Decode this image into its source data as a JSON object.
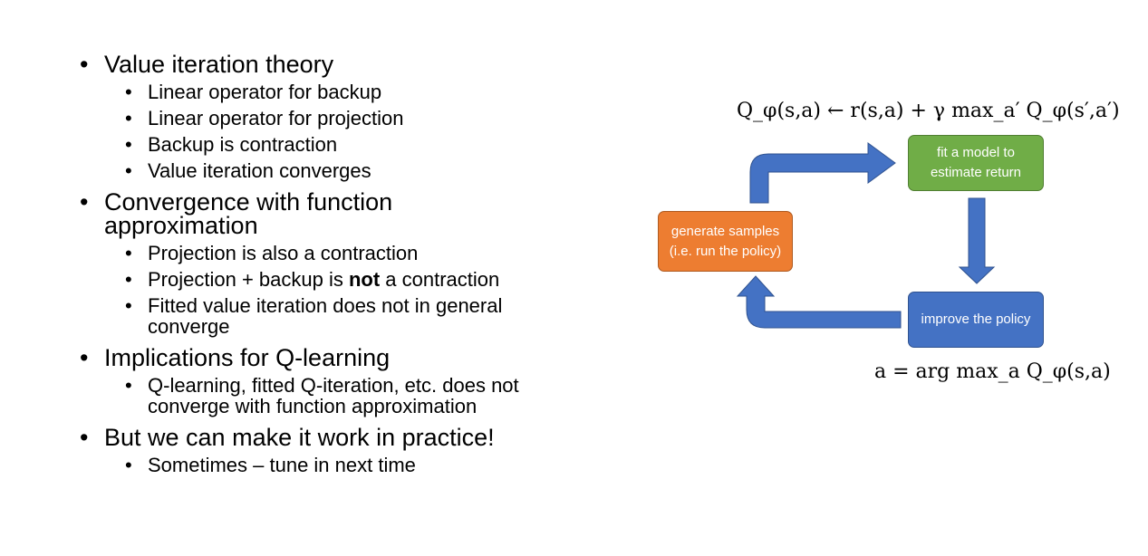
{
  "bullets": [
    {
      "text": "Value iteration theory",
      "subs": [
        "Linear operator for backup",
        "Linear operator for projection",
        "Backup is contraction",
        "Value iteration converges"
      ]
    },
    {
      "text": "Convergence with function approximation",
      "subs": [
        "Projection is also a contraction",
        "Fitted value iteration does not in general converge"
      ],
      "sub_mixed": {
        "before": "Projection + backup is ",
        "bold": "not",
        "after": " a contraction"
      }
    },
    {
      "text": "Implications for Q-learning",
      "subs": [
        "Q-learning, fitted Q-iteration, etc. does not converge with function approximation"
      ]
    },
    {
      "text": "But we can make it work in practice!",
      "subs": [
        "Sometimes – tune in next time"
      ]
    }
  ],
  "bullet_char": "•",
  "diagram": {
    "box_fit": "fit a model to estimate return",
    "box_generate": "generate samples (i.e. run the policy)",
    "box_improve": "improve the policy",
    "colors": {
      "fit": "#70ad47",
      "generate": "#ed7d31",
      "improve": "#4472c4",
      "arrow": "#4472c4"
    }
  },
  "equations": {
    "update": "Q_φ(s,a) ← r(s,a) + γ max_a′ Q_φ(s′,a′)",
    "policy": "a = arg max_a Q_φ(s,a)"
  }
}
